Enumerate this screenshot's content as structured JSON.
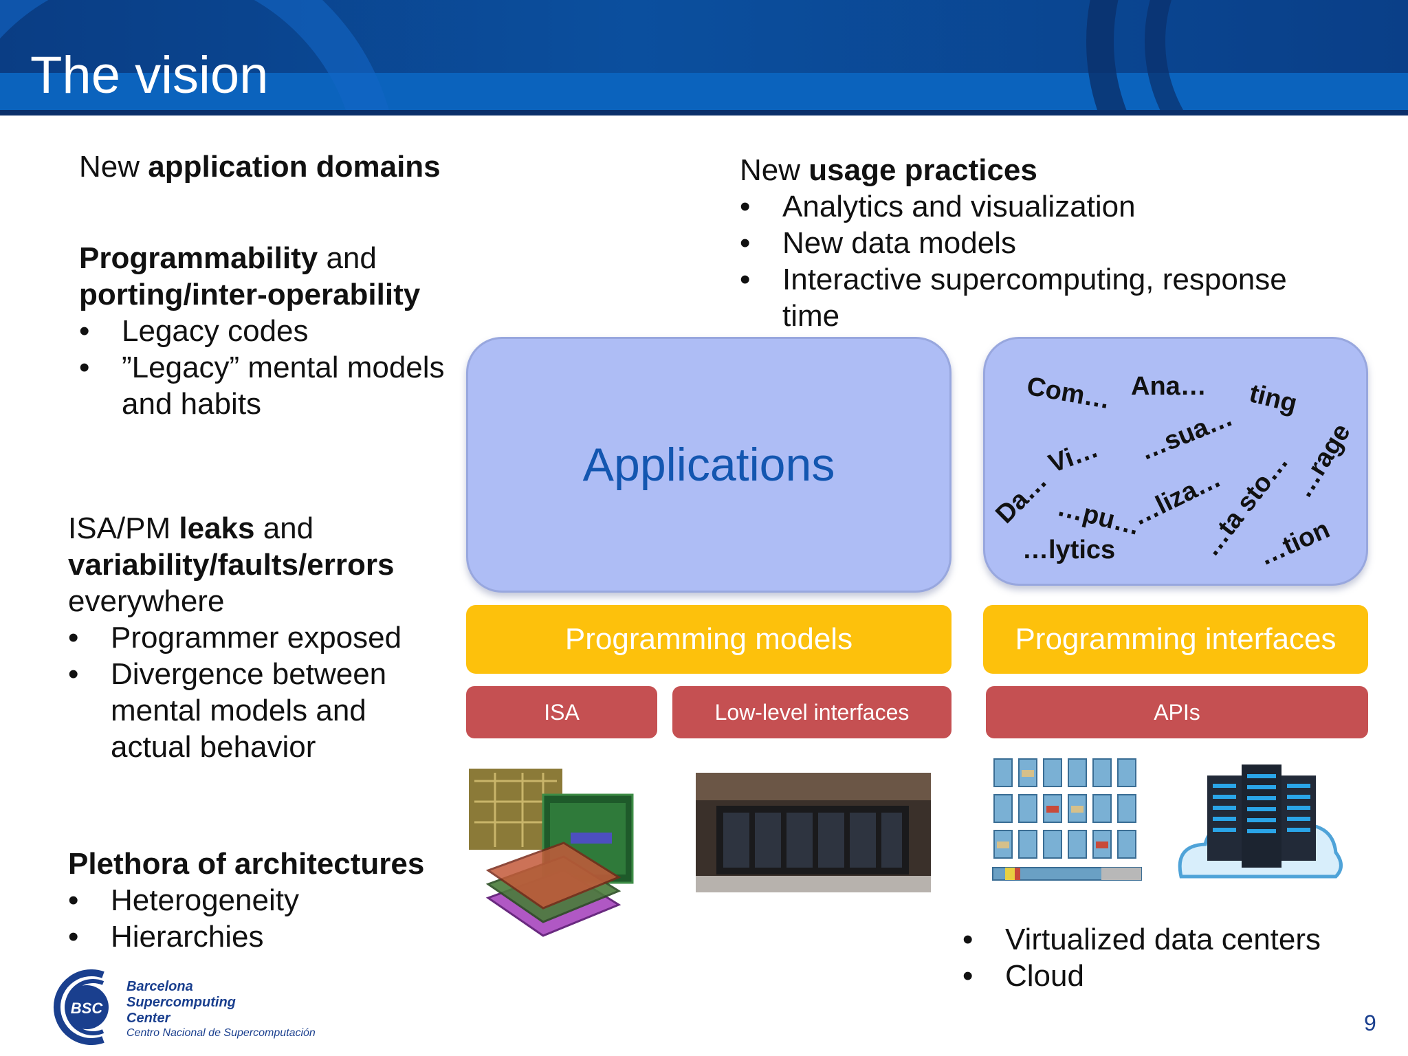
{
  "slide": {
    "title": "The vision",
    "page_number": "9"
  },
  "left": {
    "domains": {
      "pre": "New ",
      "bold": "application domains"
    },
    "prog": {
      "bold1": "Programmability",
      "mid": " and",
      "bold2": "porting/inter-operability",
      "bullets": [
        "Legacy codes",
        "”Legacy” mental models",
        "and habits"
      ]
    },
    "isa": {
      "pre": "ISA/PM ",
      "bold1": "leaks",
      "mid": " and",
      "bold2": "variability/faults/errors",
      "tail": "everywhere",
      "bullets": [
        "Programmer exposed",
        "Divergence between",
        "mental models and",
        "actual behavior"
      ]
    },
    "arch": {
      "bold": "Plethora of architectures",
      "bullets": [
        "Heterogeneity",
        "Hierarchies"
      ]
    }
  },
  "usage": {
    "pre": "New ",
    "bold": "usage practices",
    "bullets": [
      "Analytics and visualization",
      "New data models",
      "Interactive supercomputing, response",
      "time"
    ]
  },
  "stack": {
    "applications": "Applications",
    "programming_models": "Programming models",
    "programming_interfaces": "Programming interfaces",
    "isa": "ISA",
    "low_level": "Low-level interfaces",
    "apis": "APIs"
  },
  "word_cloud": [
    "Com…",
    "Ana…",
    "ting",
    "Da…",
    "Vi…",
    "…sua…",
    "…rage",
    "…pu…",
    "…liza…",
    "…ta sto…",
    "…lytics",
    "…tion"
  ],
  "bottom_right": {
    "bullets": [
      "Virtualized data centers",
      "Cloud"
    ]
  },
  "logo": {
    "mark": "BSC",
    "line1": "Barcelona",
    "line2": "Supercomputing",
    "line3": "Center",
    "sub": "Centro Nacional de Supercomputación"
  },
  "colors": {
    "header": "#0b4f9e",
    "accent_blue": "#1356b0",
    "yellow": "#fdc10c",
    "red": "#c55052",
    "box": "#aebdf5"
  },
  "images": [
    "chip-stack-image",
    "supercomputer-room-image",
    "server-grid-image",
    "cloud-servers-image"
  ]
}
